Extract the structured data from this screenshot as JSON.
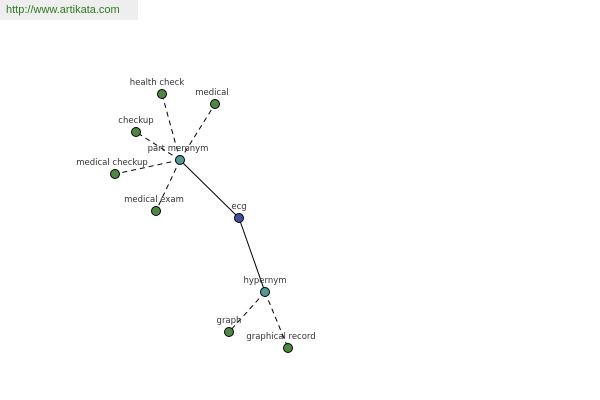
{
  "site_url": "http://www.artikata.com",
  "colors": {
    "url_text": "#2f7a1f",
    "word_node": "#4a8a3c",
    "relation_node": "#4f9a96",
    "center_node": "#3f4fa0"
  },
  "graph": {
    "nodes": [
      {
        "id": "ecg",
        "label": "ecg",
        "kind": "center"
      },
      {
        "id": "part_meronym",
        "label": "part meronym",
        "kind": "relation"
      },
      {
        "id": "hypernym",
        "label": "hypernym",
        "kind": "relation"
      },
      {
        "id": "health_check",
        "label": "health check",
        "kind": "word"
      },
      {
        "id": "medical",
        "label": "medical",
        "kind": "word"
      },
      {
        "id": "checkup",
        "label": "checkup",
        "kind": "word"
      },
      {
        "id": "medical_checkup",
        "label": "medical checkup",
        "kind": "word"
      },
      {
        "id": "medical_exam",
        "label": "medical exam",
        "kind": "word"
      },
      {
        "id": "graph",
        "label": "graph",
        "kind": "word"
      },
      {
        "id": "graphical_record",
        "label": "graphical record",
        "kind": "word"
      }
    ],
    "edges": [
      {
        "from": "ecg",
        "to": "part_meronym",
        "style": "solid"
      },
      {
        "from": "ecg",
        "to": "hypernym",
        "style": "solid"
      },
      {
        "from": "part_meronym",
        "to": "health_check",
        "style": "dashed"
      },
      {
        "from": "part_meronym",
        "to": "medical",
        "style": "dashed"
      },
      {
        "from": "part_meronym",
        "to": "checkup",
        "style": "dashed"
      },
      {
        "from": "part_meronym",
        "to": "medical_checkup",
        "style": "dashed"
      },
      {
        "from": "part_meronym",
        "to": "medical_exam",
        "style": "dashed"
      },
      {
        "from": "hypernym",
        "to": "graph",
        "style": "dashed"
      },
      {
        "from": "hypernym",
        "to": "graphical_record",
        "style": "dashed"
      }
    ]
  }
}
